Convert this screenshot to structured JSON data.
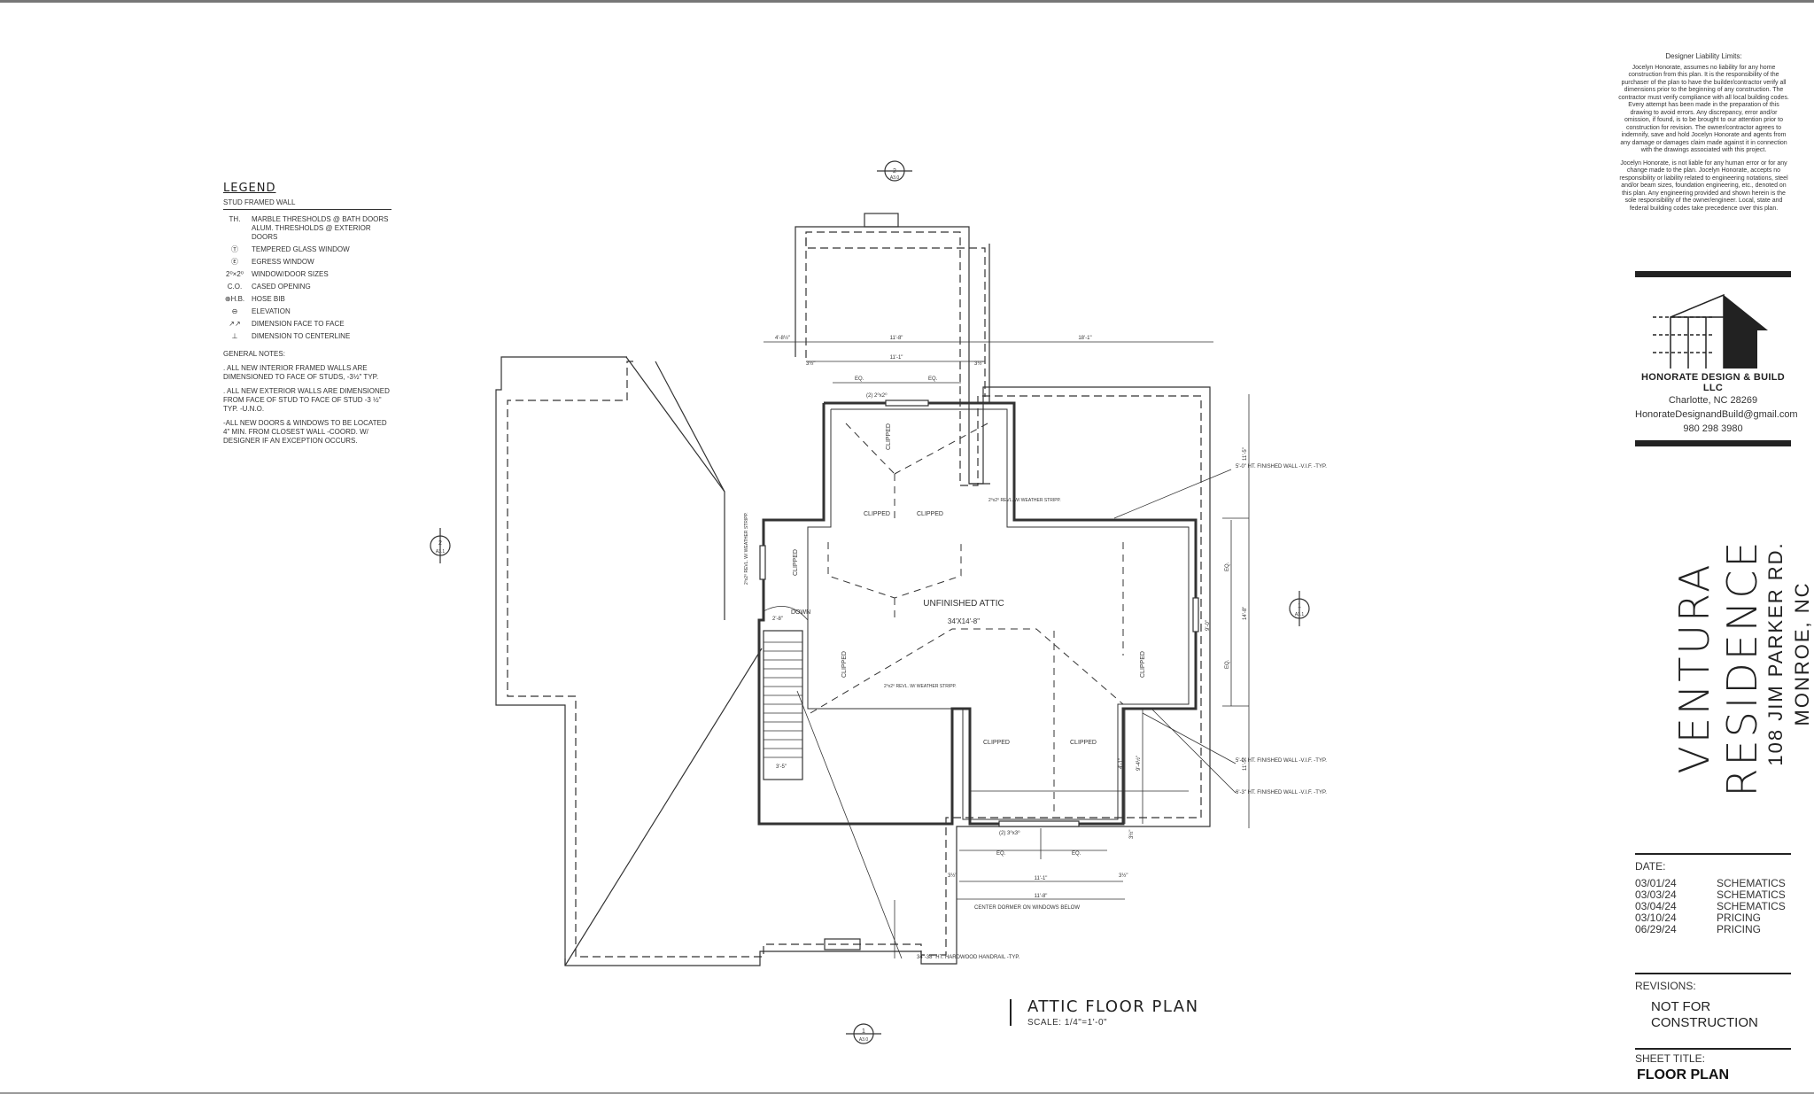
{
  "legend": {
    "title": "LEGEND",
    "stud_wall": "STUD FRAMED WALL",
    "items": [
      {
        "sym": "TH.",
        "text": "MARBLE THRESHOLDS @ BATH DOORS ALUM. THRESHOLDS @ EXTERIOR DOORS"
      },
      {
        "sym": "Ⓣ",
        "text": "TEMPERED GLASS WINDOW"
      },
      {
        "sym": "Ⓔ",
        "text": "EGRESS WINDOW"
      },
      {
        "sym": "2⁰×2⁰",
        "text": "WINDOW/DOOR SIZES"
      },
      {
        "sym": "C.O.",
        "text": "CASED OPENING"
      },
      {
        "sym": "⊕H.B.",
        "text": "HOSE BIB"
      },
      {
        "sym": "⊖",
        "text": "ELEVATION"
      },
      {
        "sym": "↗↗",
        "text": "DIMENSION FACE TO FACE"
      },
      {
        "sym": "⊥",
        "text": "DIMENSION TO CENTERLINE"
      }
    ],
    "general_notes_title": "GENERAL NOTES:",
    "notes": [
      ". ALL NEW INTERIOR FRAMED WALLS ARE DIMENSIONED TO FACE OF STUDS, -3½\" TYP.",
      ". ALL NEW EXTERIOR WALLS ARE DIMENSIONED FROM FACE OF STUD TO FACE OF STUD -3 ½\" TYP. -U.N.O.",
      "-ALL NEW DOORS & WINDOWS TO BE LOCATED 4\" MIN. FROM CLOSEST WALL -COORD. W/ DESIGNER IF AN EXCEPTION OCCURS."
    ]
  },
  "liability": {
    "title": "Designer Liability Limits:",
    "p1": "Jocelyn Honorate, assumes no liability for any home construction from this plan. It is the responsibility of the purchaser of the plan to have the builder/contractor verify all dimensions prior to the beginning of any construction. The contractor must verify compliance with all local building codes. Every attempt has been made in the preparation of this drawing to avoid errors. Any discrepancy, error and/or omission, if found, is to be brought to our attention prior to construction for revision. The owner/contractor agrees to indemnify, save and hold Jocelyn Honorate and agents from any damage or damages claim made against it in connection with the drawings associated with this project.",
    "p2": "Jocelyn Honorate, is not liable for any human error or for any change made to the plan. Jocelyn Honorate, accepts no responsibility or liability related to engineering notations, steel and/or beam sizes, foundation engineering, etc., denoted on this plan. Any engineering provided and shown herein is the sole responsibility of the owner/engineer. Local, state and federal building codes take precedence over this plan."
  },
  "company": {
    "name": "HONORATE DESIGN & BUILD LLC",
    "city": "Charlotte, NC 28269",
    "email": "HonorateDesignandBuild@gmail.com",
    "phone": "980 298 3980"
  },
  "project": {
    "name": "VENTURA RESIDENCE",
    "street": "108 JIM PARKER RD.",
    "city": "MONROE, NC"
  },
  "dates": {
    "title": "DATE:",
    "rows": [
      {
        "date": "03/01/24",
        "desc": "SCHEMATICS"
      },
      {
        "date": "03/03/24",
        "desc": "SCHEMATICS"
      },
      {
        "date": "03/04/24",
        "desc": "SCHEMATICS"
      },
      {
        "date": "03/10/24",
        "desc": "PRICING"
      },
      {
        "date": "06/29/24",
        "desc": "PRICING"
      }
    ]
  },
  "revisions": {
    "title": "REVISIONS:",
    "line1": "NOT FOR",
    "line2": "CONSTRUCTION"
  },
  "sheet": {
    "title_label": "SHEET TITLE:",
    "title": "FLOOR PLAN"
  },
  "plan": {
    "title": "ATTIC FLOOR PLAN",
    "scale": "SCALE: 1/4\"=1'-0\"",
    "room_name": "UNFINISHED ATTIC",
    "room_size": "34'X14'-8\"",
    "down": "DOWN",
    "clipped": "CLIPPED",
    "window_top": "(2) 2⁰x2⁰",
    "window_bottom": "(2) 3⁰x3⁰",
    "vent": "2⁰x2⁰ REVL. W/ WEATHER STRIPP.",
    "vent_left": "2⁰x2⁰ REVL. W/ WEATHER STRIPP.",
    "dims": {
      "top_left": "4'-8½\"",
      "top_mid": "11'-8\"",
      "top_inner": "11'-1\"",
      "top_right": "18'-1\"",
      "eq": "EQ.",
      "three_half": "3½\"",
      "right_top": "11'-5\"",
      "right_mid": "14'-8\"",
      "right_bottom": "11'-5\"",
      "side_mid": "9'-0\"",
      "bottom_inner": "11'-1\"",
      "bottom_outer": "11'-8\"",
      "stair": "3'-5\"",
      "inner_v1": "4'-1\"",
      "inner_v2": "9'-4½\"",
      "stair_w": "2'-8\""
    },
    "notes": {
      "wall_5ft_top": "5'-0\" HT. FINISHED WALL -V.I.F. -TYP.",
      "wall_5ft_bot": "5'-0\" HT. FINISHED WALL -V.I.F. -TYP.",
      "wall_6ft": "6'-3\" HT. FINISHED WALL -V.I.F. -TYP.",
      "handrail": "34\"-38\" HT. HARDWOOD HANDRAIL -TYP.",
      "dormer": "CENTER DORMER ON WINDOWS BELOW"
    },
    "sections": {
      "top_num": "2",
      "top_ref": "A3.0",
      "left_num": "2",
      "left_ref": "A3.1",
      "right_num": "1",
      "right_ref": "A3.1",
      "bottom_num": "1",
      "bottom_ref": "A3.0"
    }
  }
}
